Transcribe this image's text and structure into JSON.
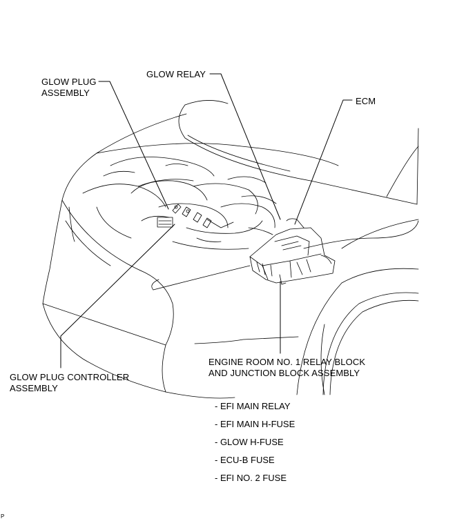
{
  "labels": {
    "glow_plug_assembly": [
      "GLOW PLUG",
      "ASSEMBLY"
    ],
    "glow_relay": "GLOW RELAY",
    "ecm": "ECM",
    "relay_block": [
      "ENGINE ROOM NO. 1 RELAY BLOCK",
      "AND JUNCTION BLOCK ASSEMBLY"
    ],
    "glow_plug_controller": [
      "GLOW PLUG CONTROLLER",
      "ASSEMBLY"
    ]
  },
  "component_list": [
    "- EFI MAIN RELAY",
    "- EFI MAIN H-FUSE",
    "- GLOW H-FUSE",
    "- ECU-B FUSE",
    "- EFI NO. 2 FUSE"
  ],
  "corner_mark": "P"
}
